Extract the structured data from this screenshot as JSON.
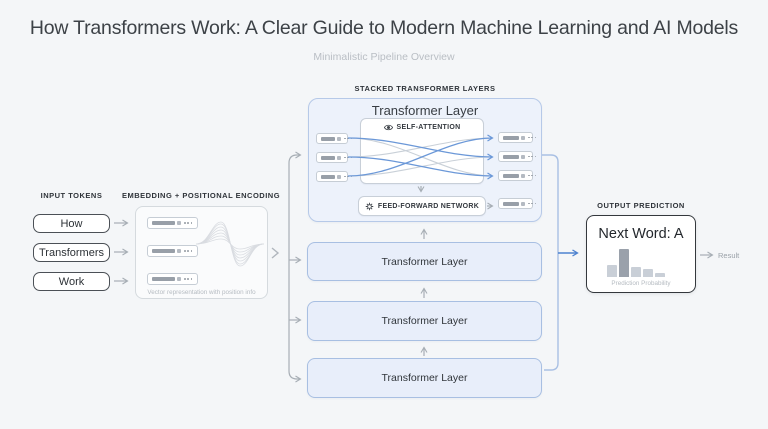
{
  "header": {
    "title": "How Transformers Work: A Clear Guide to Modern Machine Learning and AI Models",
    "subtitle": "Minimalistic Pipeline Overview"
  },
  "input": {
    "label": "INPUT TOKENS",
    "tokens": [
      "How",
      "Transformers",
      "Work"
    ]
  },
  "embedding": {
    "label": "EMBEDDING + POSITIONAL ENCODING",
    "caption": "Vector representation with position info"
  },
  "stack": {
    "label": "STACKED TRANSFORMER LAYERS",
    "main_layer": {
      "title": "Transformer Layer",
      "self_attention_label": "SELF-ATTENTION",
      "ffn_label": "FEED-FORWARD NETWORK"
    },
    "layers": [
      "Transformer Layer",
      "Transformer Layer",
      "Transformer Layer"
    ]
  },
  "output": {
    "label": "OUTPUT PREDICTION",
    "title": "Next Word: A",
    "result_label": "Result",
    "chart": {
      "type": "bar",
      "caption": "Prediction Probability",
      "values": [
        0.43,
        1.0,
        0.36,
        0.29,
        0.14
      ],
      "highlight_index": 1
    }
  },
  "colors": {
    "accent_blue": "#4d82cf",
    "attention_blue": "#6b98d8",
    "rail_blue": "#a9c0e4",
    "arrow_gray": "#a7aeb5",
    "bar_normal": "#c9cfd7",
    "bar_highlight": "#9aa1ab",
    "layer_fill": "#e8eefa",
    "layer_border": "#a8bfe2"
  }
}
